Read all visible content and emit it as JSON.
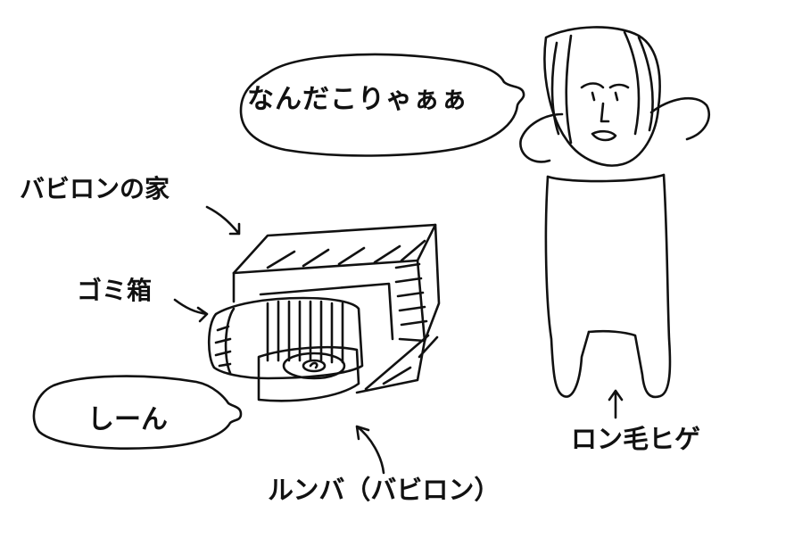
{
  "speech": {
    "shout": "なんだこりゃぁぁ",
    "silence": "しーん"
  },
  "labels": {
    "babylon_house": "バビロンの家",
    "trash_box": "ゴミ箱",
    "roomba": "ルンバ（バビロン）",
    "long_hair_beard": "ロン毛ヒゲ"
  },
  "colors": {
    "ink": "#111111",
    "paper": "#ffffff"
  }
}
